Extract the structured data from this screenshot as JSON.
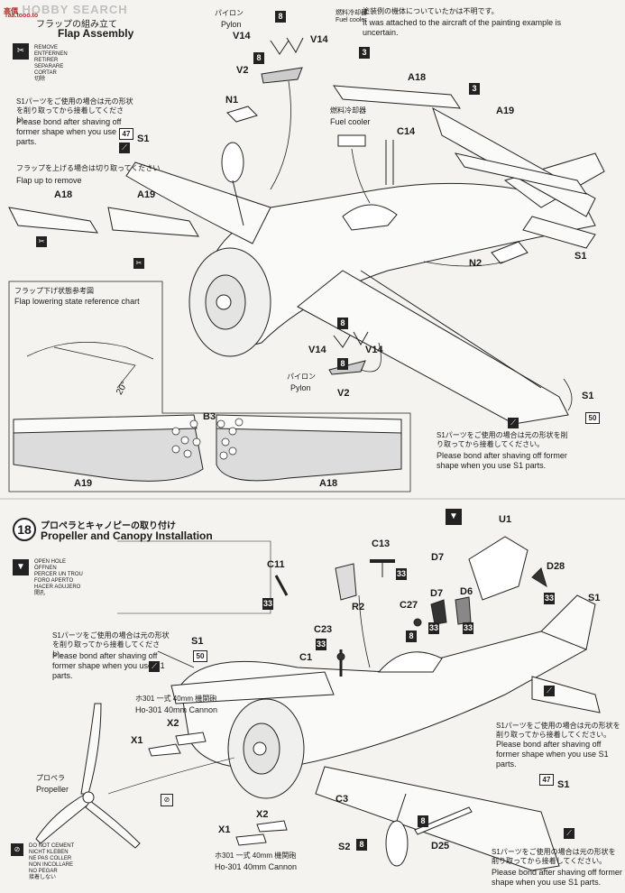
{
  "brand": {
    "name": "HOBBY SEARCH",
    "jp": "高價",
    "url": "raa.tooo.to"
  },
  "step17": {
    "title_jp": "フラップの組み立て",
    "title_en": "Flap Assembly",
    "remove_list": [
      "REMOVE",
      "ENTFERNEN",
      "RETIRER",
      "SEPARARE",
      "CORTAR",
      "切除"
    ],
    "s1_note_jp": "S1パーツをご使用の場合は元の形状を削り取ってから接着してください。",
    "s1_note_en": "Please bond after shaving off former shape when you use S1 parts.",
    "flap_up_jp": "フラップを上げる場合は切り取ってください",
    "flap_up_en": "Flap up to remove",
    "pylon_jp": "パイロン",
    "pylon_en": "Pylon",
    "fuel_cooler_jp": "燃料冷却器",
    "fuel_cooler_en": "Fuel cooler",
    "uncertain_jp": "塗装例の機体についていたかは不明です。",
    "uncertain_en": "It was attached to the aircraft of the painting example is uncertain.",
    "chart_jp": "フラップ下げ状態参考図",
    "chart_en": "Flap lowering state reference chart",
    "angle": "20°",
    "parts": {
      "v14": "V14",
      "v2": "V2",
      "n1": "N1",
      "n2": "N2",
      "s1": "S1",
      "a18": "A18",
      "a19": "A19",
      "c14": "C14",
      "b3": "B3"
    },
    "badges": {
      "b8": "8",
      "b3": "3",
      "b47": "47",
      "b50": "50"
    }
  },
  "step18": {
    "number": "18",
    "title_jp": "プロペラとキャノピーの取り付け",
    "title_en": "Propeller and Canopy Installation",
    "open_list": [
      "OPEN HOLE",
      "ÖFFNEN",
      "PERCER UN TROU",
      "FORO APERTO",
      "HACER AGUJERO",
      "開孔"
    ],
    "no_cement_list": [
      "DO NOT CEMENT",
      "NICHT KLEBEN",
      "NE PAS COLLER",
      "NON INCOLLARE",
      "NO PEGAR",
      "接着しない"
    ],
    "s1_note_jp": "S1パーツをご使用の場合は元の形状を削り取ってから接着してください。",
    "s1_note_en": "Please bond after shaving off former shape when you use S1 parts.",
    "cannon_jp": "ホ301 一式 40mm 機関砲",
    "cannon_en": "Ho-301 40mm Cannon",
    "propeller_jp": "プロペラ",
    "propeller_en": "Propeller",
    "parts": {
      "u1": "U1",
      "d7": "D7",
      "d6": "D6",
      "d28": "D28",
      "c13": "C13",
      "c11": "C11",
      "r2": "R2",
      "c27": "C27",
      "c23": "C23",
      "c1": "C1",
      "s1": "S1",
      "x1": "X1",
      "x2": "X2",
      "c3": "C3",
      "s2": "S2",
      "d25": "D25"
    },
    "badges": {
      "b33": "33",
      "b8": "8",
      "b47": "47",
      "b50": "50"
    }
  }
}
